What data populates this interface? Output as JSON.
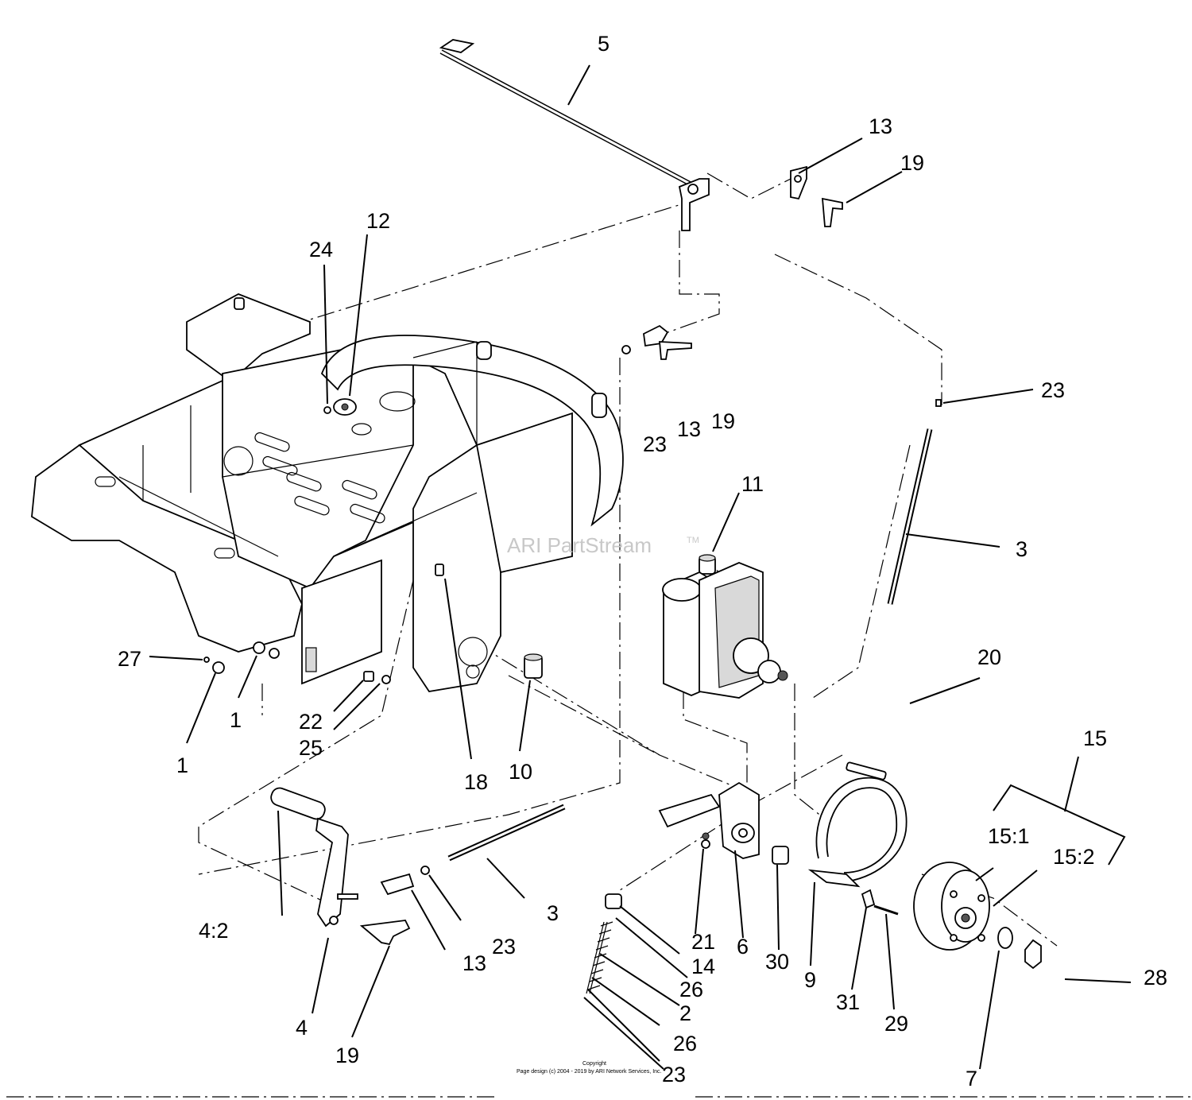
{
  "watermark": {
    "text": "ARI PartStream",
    "trademark": "TM"
  },
  "footer": {
    "line1": "Copyright",
    "line2": "Page design (c) 2004 - 2019 by ARI Network Services, Inc."
  },
  "callouts": {
    "c5": "5",
    "c13a": "13",
    "c19a": "19",
    "c12": "12",
    "c24": "24",
    "c23a": "23",
    "c13b": "13",
    "c19b": "19",
    "c23b": "23",
    "c3a": "3",
    "c11": "11",
    "c27": "27",
    "c1a": "1",
    "c1b": "1",
    "c22": "22",
    "c25": "25",
    "c18": "18",
    "c10": "10",
    "c20": "20",
    "c15": "15",
    "c15_1": "15:1",
    "c15_2": "15:2",
    "c4_2": "4:2",
    "c3b": "3",
    "c13c": "13",
    "c23c": "23",
    "c4": "4",
    "c19c": "19",
    "c21": "21",
    "c14": "14",
    "c26a": "26",
    "c2": "2",
    "c26b": "26",
    "c23d": "23",
    "c6": "6",
    "c30": "30",
    "c9": "9",
    "c31": "31",
    "c29": "29",
    "c28": "28",
    "c7": "7"
  }
}
